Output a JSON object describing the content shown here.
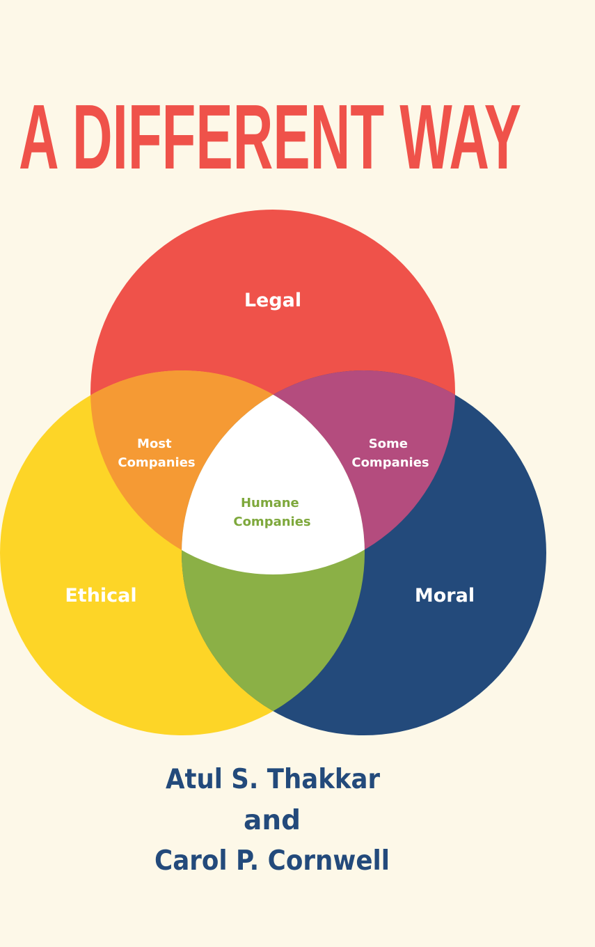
{
  "cover": {
    "title": "A DIFFERENT WAY",
    "authors": [
      "Atul S. Thakkar",
      "and",
      "Carol P. Cornwell"
    ]
  },
  "venn": {
    "circles": [
      {
        "label": "Legal",
        "color": "#ef524a"
      },
      {
        "label": "Ethical",
        "color": "#fdd527"
      },
      {
        "label": "Moral",
        "color": "#234a7b"
      }
    ],
    "intersections": {
      "legal_ethical": {
        "lines": [
          "Most",
          "Companies"
        ],
        "color": "#f59a34"
      },
      "legal_moral": {
        "lines": [
          "Some",
          "Companies"
        ],
        "color": "#b44c7e"
      },
      "ethical_moral": {
        "color": "#8bb046"
      },
      "center": {
        "lines": [
          "Humane",
          "Companies"
        ],
        "color": "#ffffff",
        "text_color": "#7ea83c"
      }
    }
  },
  "colors": {
    "background": "#fdf8e8",
    "title": "#ef524a",
    "author": "#234a7b",
    "label_text": "#ffffff"
  }
}
